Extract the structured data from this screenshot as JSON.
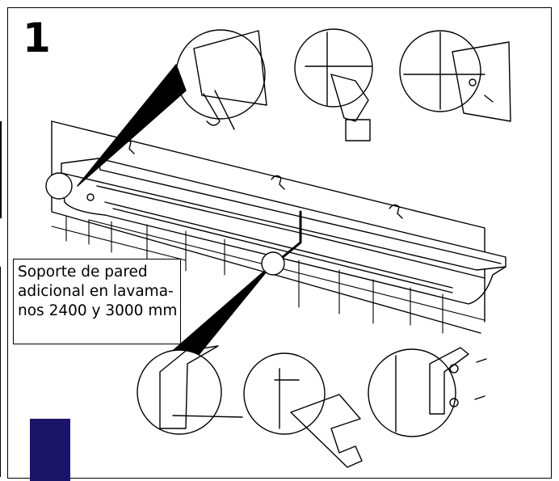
{
  "step": {
    "number": "1"
  },
  "callout": {
    "lines": [
      "Soporte de pared",
      "adicional en lavama-",
      "nos 2400 y 3000 mm"
    ]
  },
  "colors": {
    "ink": "#000000",
    "accent_block": "#1c1466",
    "paper": "#ffffff"
  }
}
